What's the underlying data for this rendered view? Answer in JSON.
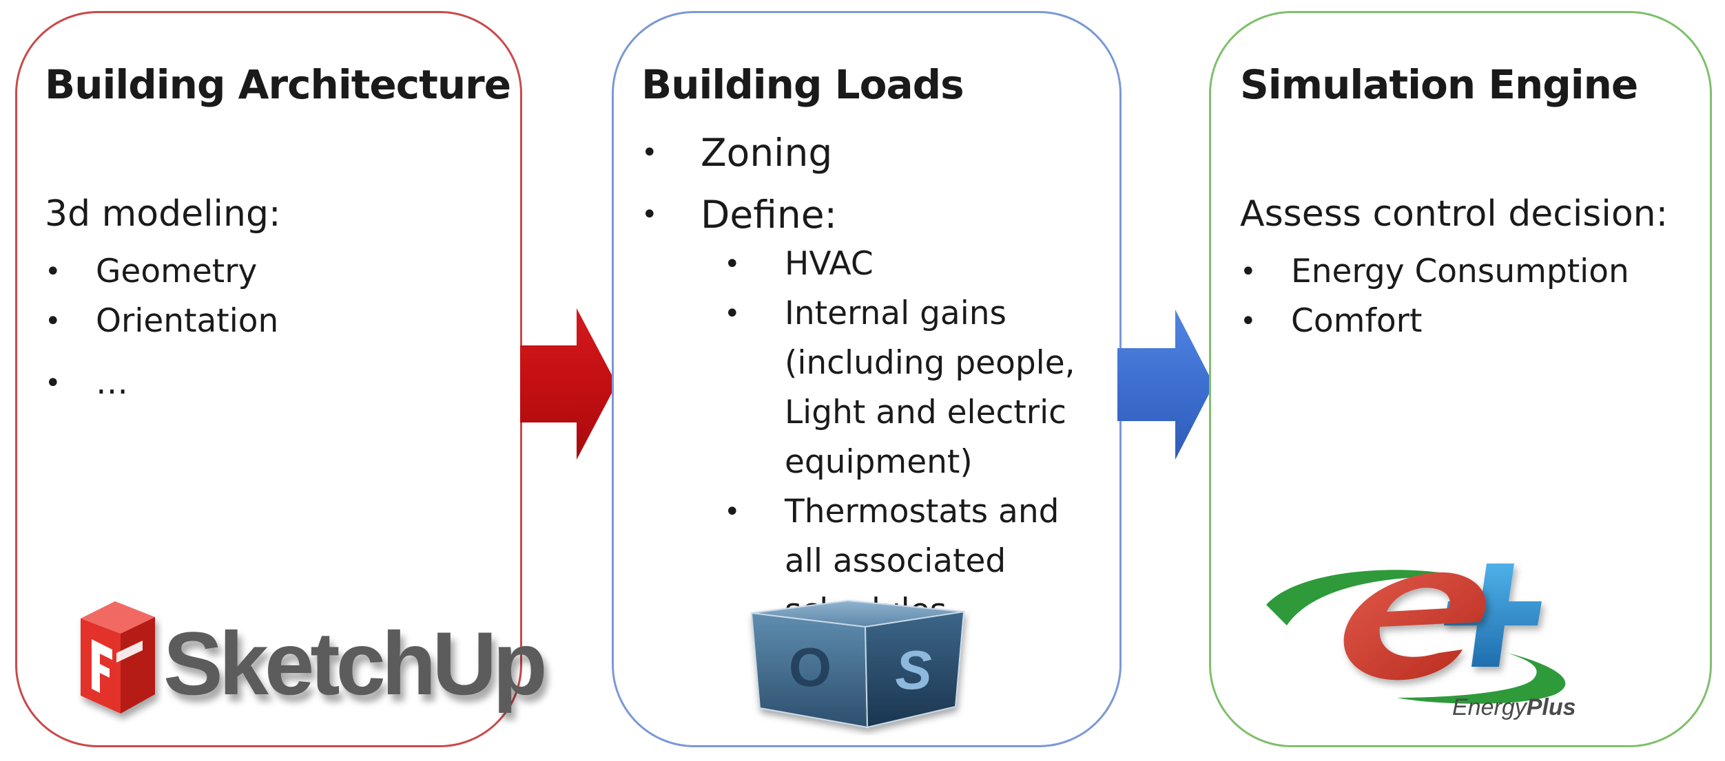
{
  "panels": {
    "architecture": {
      "title": "Building Architecture",
      "subhead": "3d modeling:",
      "bullets": [
        "Geometry",
        "Orientation",
        "…"
      ],
      "logo_text": "SketchUp"
    },
    "loads": {
      "title": "Building Loads",
      "bullets": [
        "Zoning",
        "Define:"
      ],
      "sub_bullets": [
        "HVAC",
        "Internal gains (including people, Light and electric equipment)",
        "Thermostats and all associated schedules"
      ],
      "logo_letters": [
        "O",
        "S"
      ]
    },
    "simulation": {
      "title": "Simulation Engine",
      "subhead": "Assess control decision:",
      "bullets": [
        "Energy Consumption",
        "Comfort"
      ],
      "logo_caption_regular": "Energy",
      "logo_caption_bold": "Plus"
    }
  },
  "bullet_glyph": "•",
  "colors": {
    "architecture_border": "#c94a4a",
    "loads_border": "#7b98d6",
    "simulation_border": "#7fbf6b",
    "arrow_red": "#c40f12",
    "arrow_blue": "#3d6fd1",
    "sketchup_red": "#e2322b",
    "openstudio_blue": "#3f6e92",
    "energyplus_red": "#c9362a",
    "energyplus_blue": "#2a86c8",
    "energyplus_green": "#2e9a3a"
  },
  "icons": [
    "sketchup-logo-icon",
    "openstudio-logo-icon",
    "energyplus-logo-icon",
    "right-arrow-icon"
  ]
}
